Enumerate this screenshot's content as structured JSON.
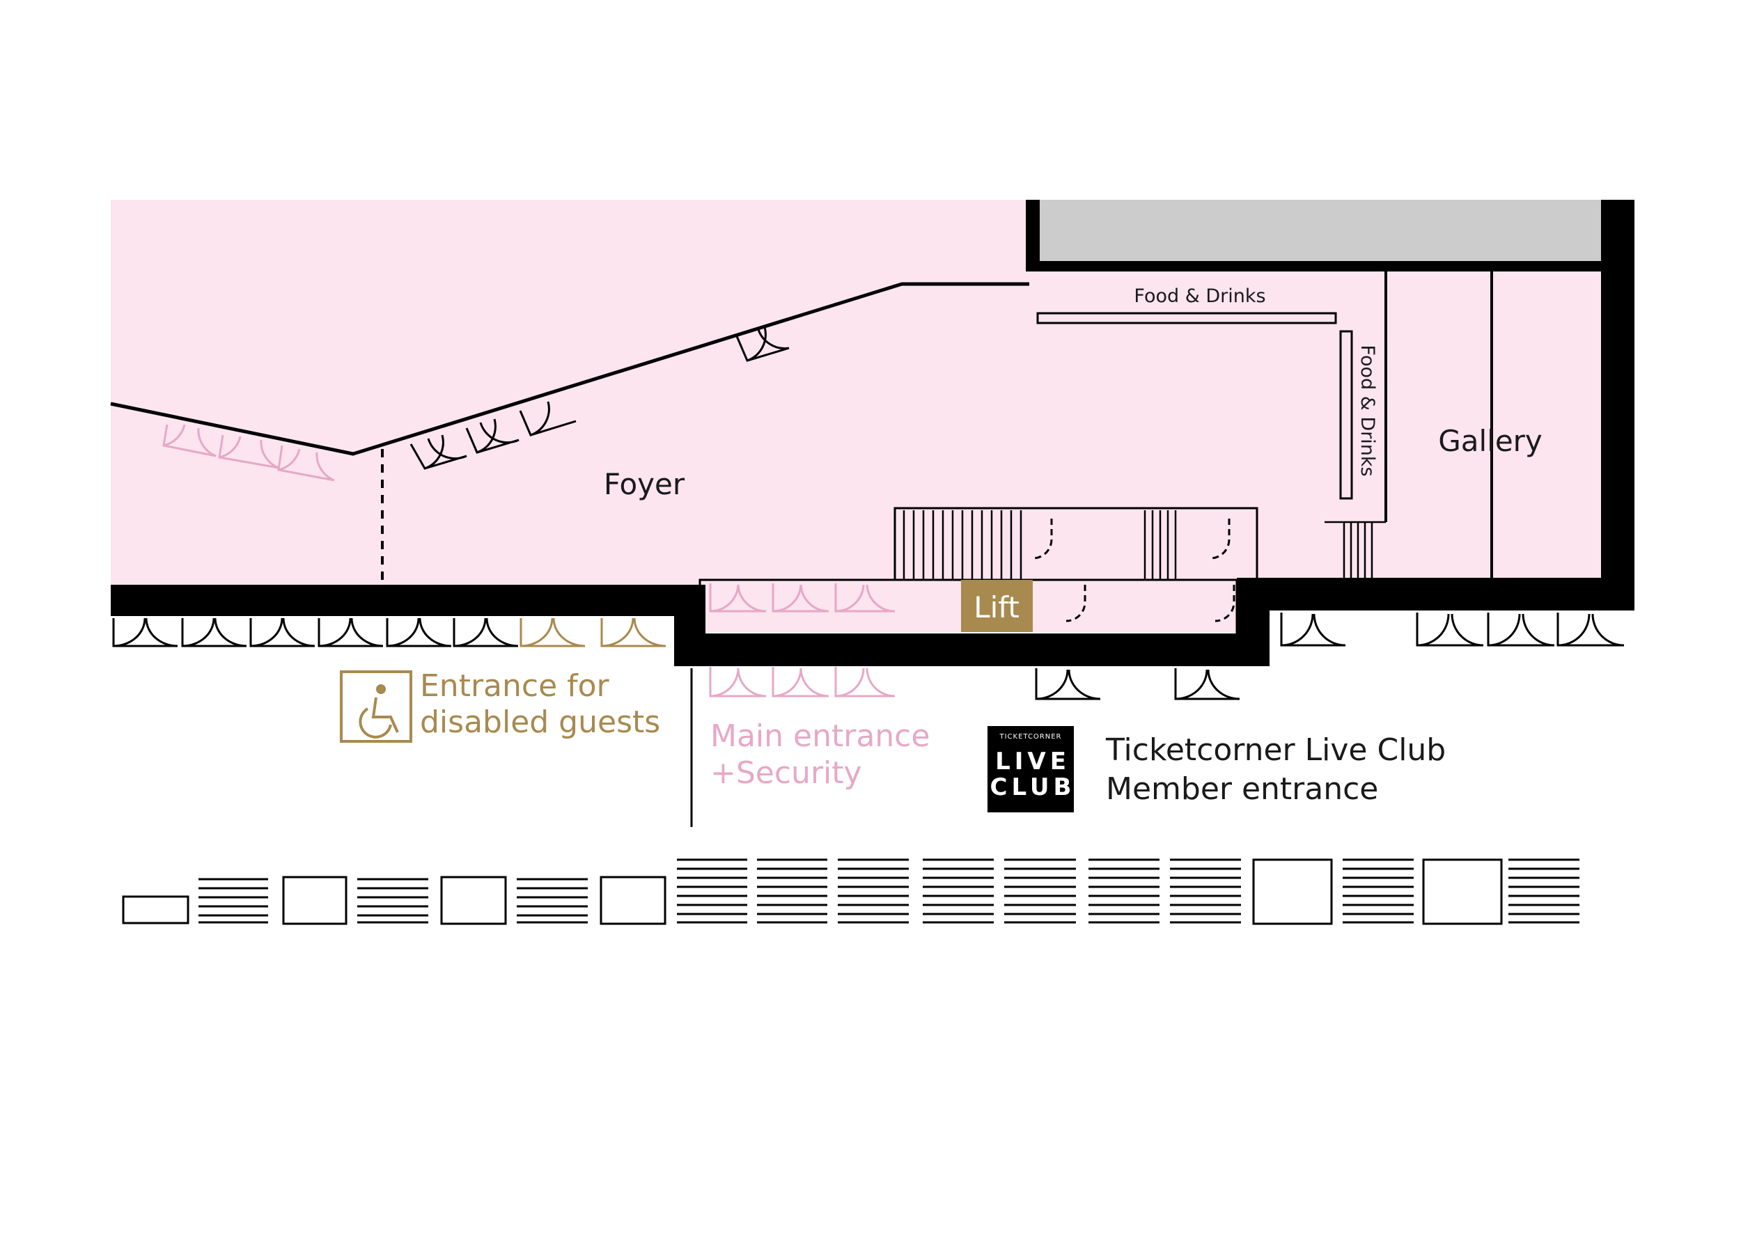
{
  "rooms": {
    "foyer": "Foyer",
    "gallery": "Gallery",
    "lift": "Lift",
    "food_drinks_horizontal": "Food & Drinks",
    "food_drinks_vertical": "Food & Drinks"
  },
  "legend": {
    "disabled_line1": "Entrance for",
    "disabled_line2": "disabled guests",
    "main_line1": "Main entrance",
    "main_line2": "+Security",
    "member_line1": "Ticketcorner Live Club",
    "member_line2": "Member entrance"
  },
  "logo": {
    "small": "TICKETCORNER",
    "line1": "LIVE",
    "line2": "CLUB"
  },
  "colors": {
    "floor": "#fce5ee",
    "wall": "#000000",
    "gold": "#a88a4f",
    "pink": "#e7a8c7",
    "grey_block": "#cccccc",
    "text": "#1a1a1a"
  },
  "icons": [
    "wheelchair-icon",
    "ticketcorner-live-club-logo"
  ]
}
